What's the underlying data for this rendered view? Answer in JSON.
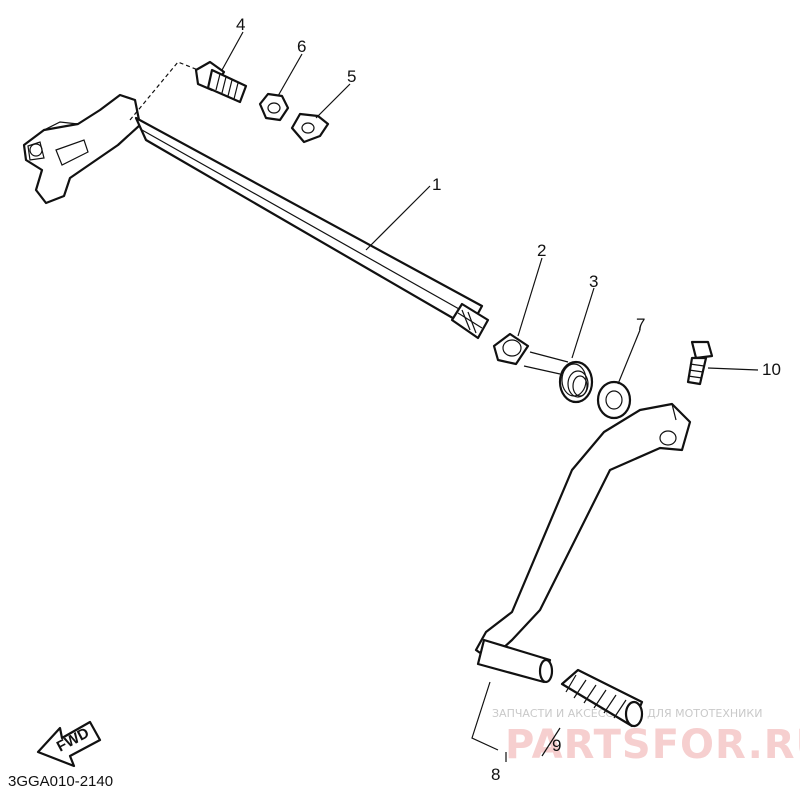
{
  "diagram": {
    "callouts": [
      {
        "id": "1",
        "label": "1"
      },
      {
        "id": "2",
        "label": "2"
      },
      {
        "id": "3",
        "label": "3"
      },
      {
        "id": "4",
        "label": "4"
      },
      {
        "id": "5",
        "label": "5"
      },
      {
        "id": "6",
        "label": "6"
      },
      {
        "id": "7",
        "label": "7"
      },
      {
        "id": "8",
        "label": "8"
      },
      {
        "id": "9",
        "label": "9"
      },
      {
        "id": "10",
        "label": "10"
      }
    ],
    "fwd_label": "FWD",
    "drawing_code": "3GGA010-2140",
    "watermark": {
      "small": "ЗАПЧАСТИ И АКСЕССУАРЫ ДЛЯ МОТОТЕХНИКИ",
      "big": "PARTSFOR.RU"
    }
  }
}
